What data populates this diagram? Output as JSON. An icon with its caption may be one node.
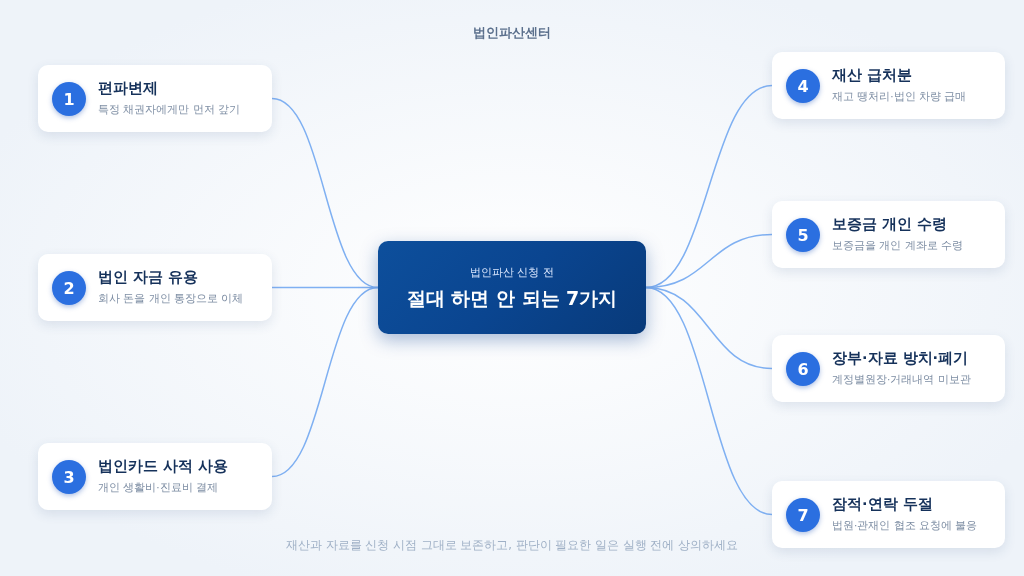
{
  "diagram": {
    "title": "법인파산센터",
    "caption": "재산과 자료를 신청 시점 그대로 보존하고, 판단이 필요한 일은 실행 전에 상의하세요",
    "nodes": [
      {
        "text": [
          "법인파산 신청 전",
          "절대 하면 안 되는 7가지"
        ]
      },
      {
        "text": [
          "1",
          "편파변제",
          "특정 채권자에게만 먼저 갚기"
        ]
      },
      {
        "text": [
          "2",
          "법인 자금 유용",
          "회사 돈을 개인 통장으로 이체"
        ]
      },
      {
        "text": [
          "3",
          "법인카드 사적 사용",
          "개인 생활비·진료비 결제"
        ]
      },
      {
        "text": [
          "4",
          "재산 급처분",
          "재고 땡처리·법인 차량 급매"
        ]
      },
      {
        "text": [
          "5",
          "보증금 개인 수령",
          "보증금을 개인 계좌로 수령"
        ]
      },
      {
        "text": [
          "6",
          "장부·자료 방치·폐기",
          "계정별원장·거래내역 미보관"
        ]
      },
      {
        "text": [
          "7",
          "잠적·연락 두절",
          "법원·관재인 협조 요청에 불응"
        ]
      }
    ],
    "edges": [
      {
        "from": 0,
        "to": 1,
        "arrow": "none"
      },
      {
        "from": 0,
        "to": 2,
        "arrow": "none"
      },
      {
        "from": 0,
        "to": 3,
        "arrow": "none"
      },
      {
        "from": 0,
        "to": 4,
        "arrow": "none"
      },
      {
        "from": 0,
        "to": 5,
        "arrow": "none"
      },
      {
        "from": 0,
        "to": 6,
        "arrow": "none"
      },
      {
        "from": 0,
        "to": 7,
        "arrow": "none"
      }
    ]
  }
}
